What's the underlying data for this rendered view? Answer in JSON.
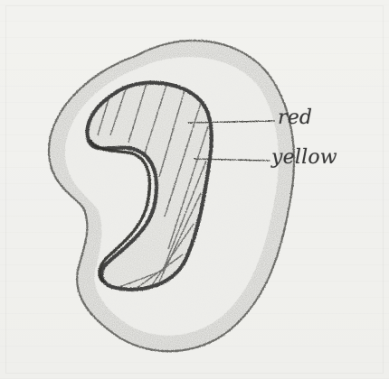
{
  "diagram": {
    "labels": [
      {
        "id": "red",
        "text": "red"
      },
      {
        "id": "yellow",
        "text": "yellow"
      }
    ]
  }
}
